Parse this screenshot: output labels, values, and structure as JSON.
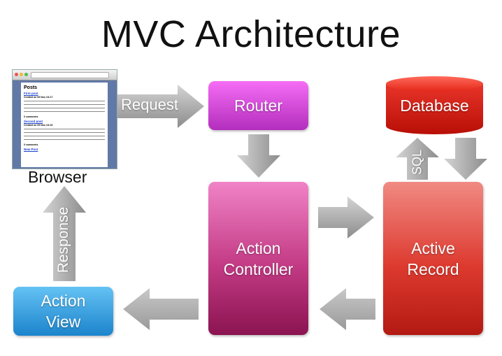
{
  "title": "MVC Architecture",
  "browser": {
    "label": "Browser",
    "page": {
      "heading": "Posts",
      "posts": [
        {
          "title": "First post",
          "meta": "Created on 05 Nov, 04:17",
          "comments": "0 comments"
        },
        {
          "title": "Second post",
          "meta": "Created on 05 Nov, 04:19",
          "comments": "0 comments"
        }
      ],
      "footer_link": "New Post"
    }
  },
  "nodes": {
    "router": "Router",
    "database": "Database",
    "action_controller_line1": "Action",
    "action_controller_line2": "Controller",
    "active_record_line1": "Active",
    "active_record_line2": "Record",
    "action_view_line1": "Action",
    "action_view_line2": "View"
  },
  "arrows": {
    "request": "Request",
    "response": "Response",
    "sql": "SQL"
  },
  "colors": {
    "router": "#d34ad9",
    "action_controller": "#c23a84",
    "active_record": "#dd3a2f",
    "database": "#d91a0e",
    "action_view": "#2b95d9",
    "arrow": "#a8a8a8"
  }
}
